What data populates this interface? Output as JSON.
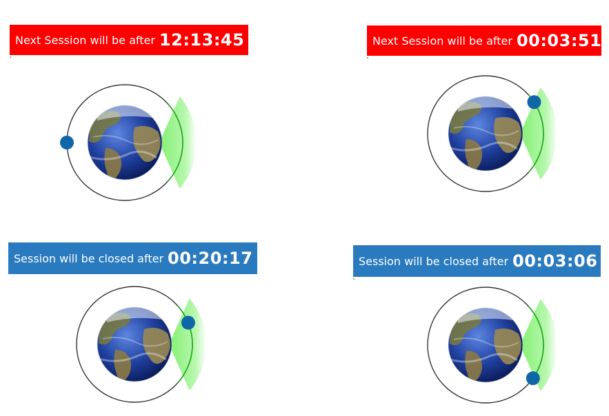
{
  "colors": {
    "waiting": "#ff0000",
    "active": "#2a7ac0",
    "satellite": "#0f67a8",
    "coverage": "#7cf06a",
    "orbit": "#333333"
  },
  "panels": [
    {
      "status": "waiting",
      "label": "Next Session will be after",
      "time": "12:13:45",
      "satellite_angle_deg": 180
    },
    {
      "status": "waiting",
      "label": "Next Session will be after",
      "time": "00:03:51",
      "satellite_angle_deg": -33
    },
    {
      "status": "active",
      "label": "Session will be closed after",
      "time": "00:20:17",
      "satellite_angle_deg": -22
    },
    {
      "status": "active",
      "label": "Session will be closed after",
      "time": "00:03:06",
      "satellite_angle_deg": 35
    }
  ]
}
